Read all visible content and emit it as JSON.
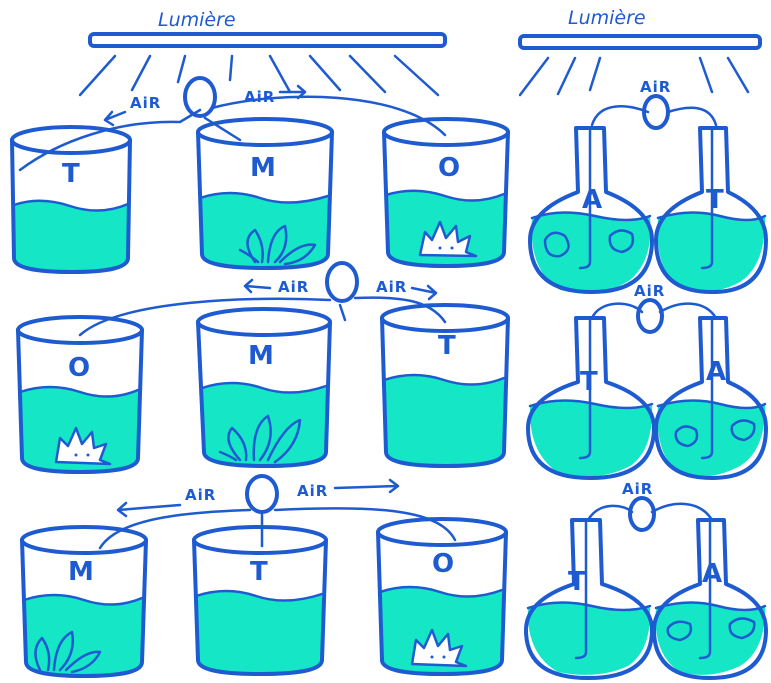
{
  "labels": {
    "light": "Lumière",
    "air": "AiR",
    "plant": "M",
    "animal": "O",
    "control": "T",
    "flask_animal": "A",
    "flask_control": "T"
  },
  "colors": {
    "ink": "#1e5bd0",
    "water": "#14e6c6",
    "background": "#ffffff"
  },
  "setups": [
    {
      "jars": [
        "T",
        "M",
        "O"
      ]
    },
    {
      "jars": [
        "O",
        "M",
        "T"
      ]
    },
    {
      "jars": [
        "M",
        "T",
        "O"
      ]
    }
  ],
  "flask_pairs": [
    {
      "flasks": [
        "A",
        "T"
      ]
    },
    {
      "flasks": [
        "T",
        "A"
      ]
    },
    {
      "flasks": [
        "T",
        "A"
      ]
    }
  ]
}
